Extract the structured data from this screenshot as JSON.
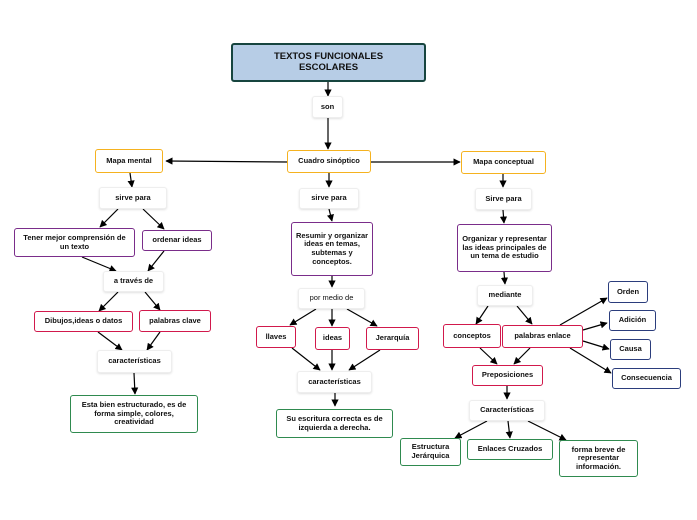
{
  "nodes": {
    "title": "TEXTOS FUNCIONALES ESCOLARES",
    "son": "son",
    "cuadro": "Cuadro sinóptico",
    "mapa_mental": "Mapa mental",
    "mapa_conceptual": "Mapa conceptual",
    "sirve_mm": "sirve para",
    "sirve_cs": "sirve para",
    "sirve_mc": "Sirve para",
    "tener": "Tener mejor comprensión de un texto",
    "ordenar": "ordenar ideas",
    "a_traves": "a través de",
    "dibujos": "Dibujos,ideas o datos",
    "palabras_clave": "palabras clave",
    "caract_mm": "características",
    "esta_bien": "Esta bien estructurado, es de forma simple, colores, creatividad",
    "resumir": "Resumir y organizar ideas en temas, subtemas y conceptos.",
    "por_medio": "por medio de",
    "llaves": "llaves",
    "ideas": "ideas",
    "jerarquia": "Jerarquía",
    "caract_cs": "características",
    "su_escritura": "Su escritura correcta es de izquierda a derecha.",
    "organizar_rep": "Organizar y representar las ideas principales de un tema de estudio",
    "mediante": "mediante",
    "conceptos": "conceptos",
    "palabras_enlace": "palabras enlace",
    "orden": "Orden",
    "adicion": "Adición",
    "causa": "Causa",
    "consecuencia": "Consecuencia",
    "preposiciones": "Preposiciones",
    "caract_mc": "Características",
    "estructura": "Estructura Jerárquica",
    "enlaces": "Enlaces Cruzados",
    "forma_breve": "forma breve de representar información."
  },
  "colors": {
    "title_fill": "#b7cde6",
    "title_border": "#17453f",
    "orange": "#f5b21f",
    "purple": "#7a2d8a",
    "pink": "#d1194c",
    "green": "#2f8a4f",
    "blue": "#2b3d7c"
  }
}
